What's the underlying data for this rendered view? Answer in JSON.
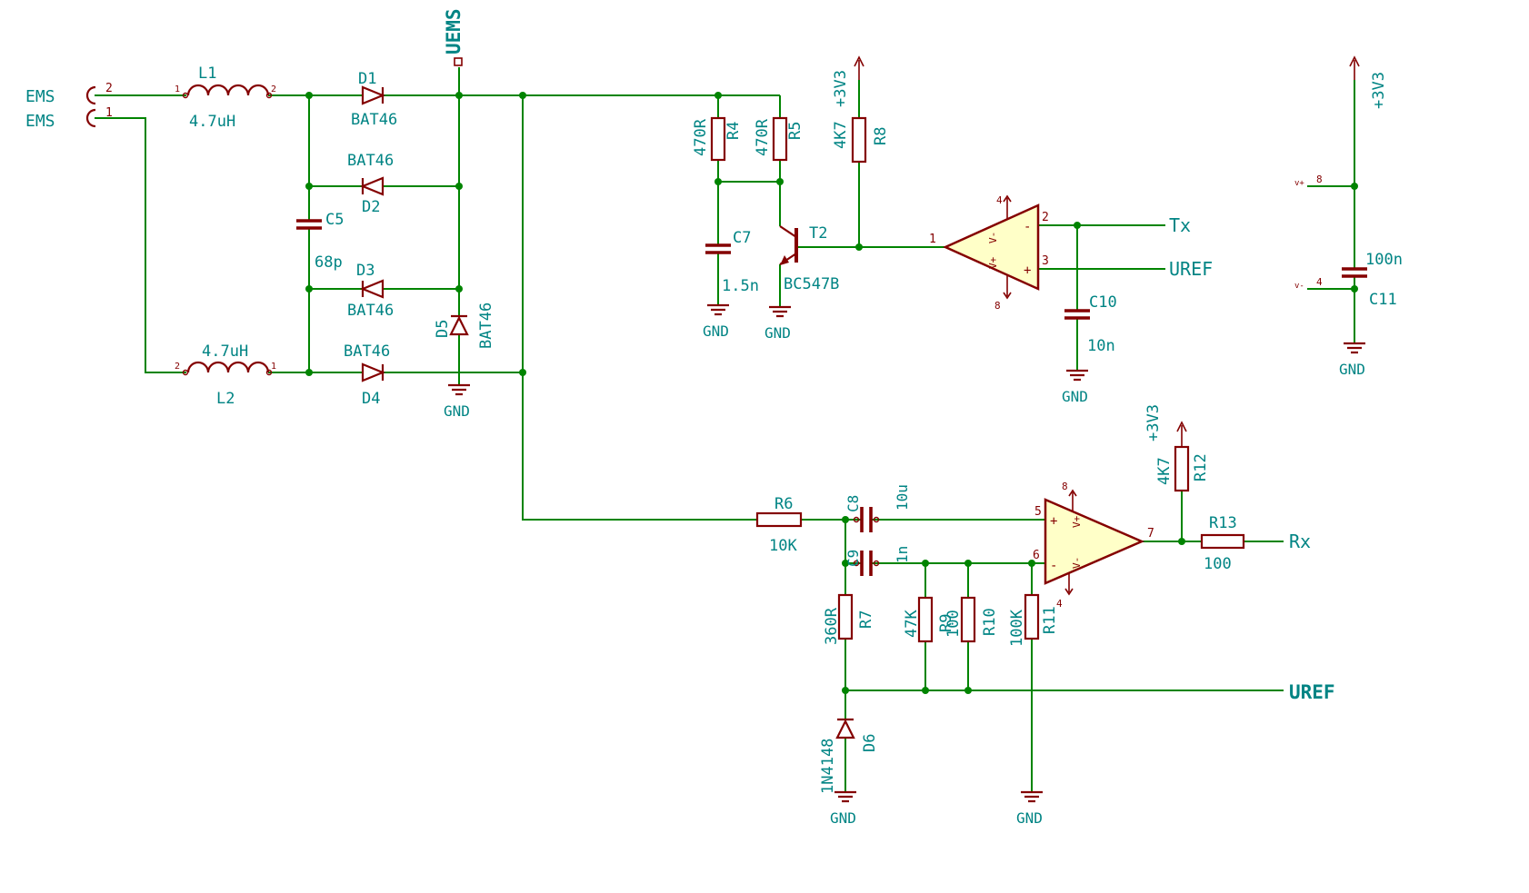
{
  "colors": {
    "background": "#FFFFFF",
    "wire_green": "#008400",
    "symbol_dark_red": "#840000",
    "label_teal": "#008484",
    "opamp_fill": "#FFFFC8"
  },
  "net_labels": {
    "uems": "UEMS",
    "tx": "Tx",
    "uref": "UREF",
    "rx": "Rx",
    "uref_bus": "UREF"
  },
  "power": {
    "v33": "+3V3",
    "gnd": "GND"
  },
  "connector": {
    "row1_label": "EMS",
    "row2_label": "EMS",
    "pin2": "2",
    "pin1": "1"
  },
  "components": {
    "L1": {
      "name": "L1",
      "value": "4.7uH",
      "pin1": "1",
      "pin2": "2"
    },
    "L2": {
      "name": "L2",
      "value": "4.7uH",
      "pin1": "1",
      "pin2": "2"
    },
    "D1": {
      "name": "D1",
      "value": "BAT46"
    },
    "D2": {
      "name": "D2",
      "value": "BAT46"
    },
    "D3": {
      "name": "D3",
      "value": "BAT46"
    },
    "D4": {
      "name": "D4",
      "value": "BAT46"
    },
    "D5": {
      "name": "D5",
      "value": "BAT46"
    },
    "D6": {
      "name": "D6",
      "value": "1N4148"
    },
    "C5": {
      "name": "C5",
      "value": "68p"
    },
    "C7": {
      "name": "C7",
      "value": "1.5n"
    },
    "C8": {
      "name": "C8",
      "value": "10u"
    },
    "C9": {
      "name": "C9",
      "value": "1n"
    },
    "C10": {
      "name": "C10",
      "value": "10n"
    },
    "C11": {
      "name": "C11",
      "value": "100n"
    },
    "R4": {
      "name": "R4",
      "value": "470R"
    },
    "R5": {
      "name": "R5",
      "value": "470R"
    },
    "R6": {
      "name": "R6",
      "value": "10K"
    },
    "R7": {
      "name": "R7",
      "value": "360R"
    },
    "R8": {
      "name": "R8",
      "value": "4K7"
    },
    "R9": {
      "name": "R9",
      "value": "47K"
    },
    "R10": {
      "name": "R10",
      "value": "100"
    },
    "R11": {
      "name": "R11",
      "value": "100K"
    },
    "R12": {
      "name": "R12",
      "value": "4K7"
    },
    "R13": {
      "name": "R13",
      "value": "100"
    },
    "T2": {
      "name": "T2",
      "value": "BC547B"
    }
  },
  "opamp1": {
    "pin_out": "1",
    "pin_in_minus": "2",
    "pin_in_plus": "3",
    "pin_v_top": "4",
    "pin_v_bottom": "8",
    "label_v_plus": "V+",
    "label_v_minus": "V-",
    "sign_plus": "+",
    "sign_minus": "-"
  },
  "opamp2": {
    "pin_in_plus": "5",
    "pin_in_minus": "6",
    "pin_out": "7",
    "pin_v_top": "8",
    "pin_v_bottom": "4",
    "label_v_plus": "V+",
    "label_v_minus": "V-",
    "sign_plus": "+",
    "sign_minus": "-"
  },
  "power_unit": {
    "pin_v_plus": "8",
    "name_v_plus": "v+",
    "pin_v_minus": "4",
    "name_v_minus": "v-"
  }
}
